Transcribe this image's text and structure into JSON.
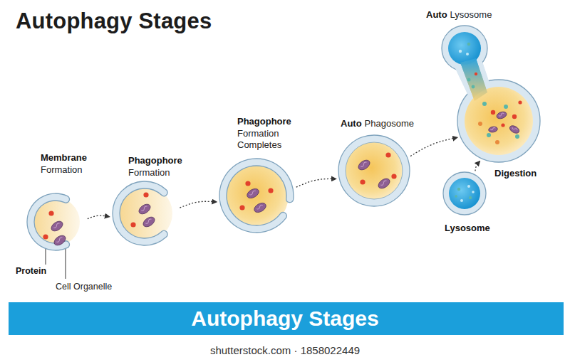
{
  "diagram": {
    "title": "Autophagy Stages",
    "nodes": [
      {
        "text": [
          "Membrane",
          "Formation"
        ]
      },
      {
        "text": [
          "Phagophore",
          "Formation"
        ]
      },
      {
        "text": [
          "Phagophore",
          "Formation Completes"
        ]
      },
      {
        "text": [
          "Auto",
          "Phagosome"
        ]
      },
      {
        "text": [
          "Auto",
          "Lysosome"
        ]
      },
      {
        "text": [
          "Lysosome"
        ]
      },
      {
        "text": [
          "Autophagy Stages"
        ]
      }
    ],
    "edges": [
      {
        "from": 0,
        "to": 1,
        "arrow": "to"
      },
      {
        "from": 1,
        "to": 2,
        "arrow": "to"
      },
      {
        "from": 2,
        "to": 3,
        "arrow": "to"
      },
      {
        "from": 3,
        "to": 4,
        "arrow": "to"
      },
      {
        "from": 5,
        "to": 4,
        "arrow": "to"
      }
    ],
    "labels": [
      "Protein",
      "Cell Organelle",
      "Digestion",
      "shutterstock.com · 1858022449"
    ]
  }
}
